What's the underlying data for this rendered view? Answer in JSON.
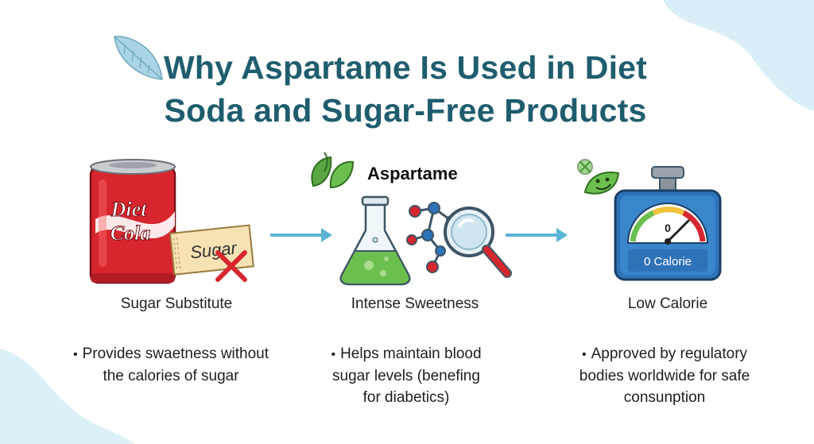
{
  "title": {
    "line1": "Why Aspartame Is Used in Diet",
    "line2": "Soda and Sugar-Free Products"
  },
  "can": {
    "brand_line1": "Diet",
    "brand_line2": "Cola"
  },
  "sugar_packet": {
    "label": "Sugar"
  },
  "center_heading": "Aspartame",
  "scale": {
    "reading": "0",
    "label": "0 Calorie"
  },
  "panels": [
    {
      "label": "Sugar Substitute",
      "bullet_line1": "Provides swaetness without",
      "bullet_line2": "the calories of sugar"
    },
    {
      "label": "Intense Sweetness",
      "bullet_line1": "Helps maintain blood",
      "bullet_line2": "sugar levels (benefing",
      "bullet_line3": "for diabetics)"
    },
    {
      "label": "Low Calorie",
      "bullet_line1": "Approved by regulatory",
      "bullet_line2": "bodies worldwide for safe",
      "bullet_line3": "consunption"
    }
  ],
  "colors": {
    "title": "#1f5d6e",
    "accent_blue": "#5ab4d6",
    "can_red": "#d8262e",
    "leaf_green": "#5aa642",
    "scale_blue": "#2e72b8"
  },
  "icons": [
    "leaf-decor-icon",
    "leaves-icon",
    "flask-icon",
    "molecule-icon",
    "magnifier-icon",
    "smiley-leaf-icon",
    "arrow-right-icon",
    "scale-icon",
    "cross-icon"
  ]
}
